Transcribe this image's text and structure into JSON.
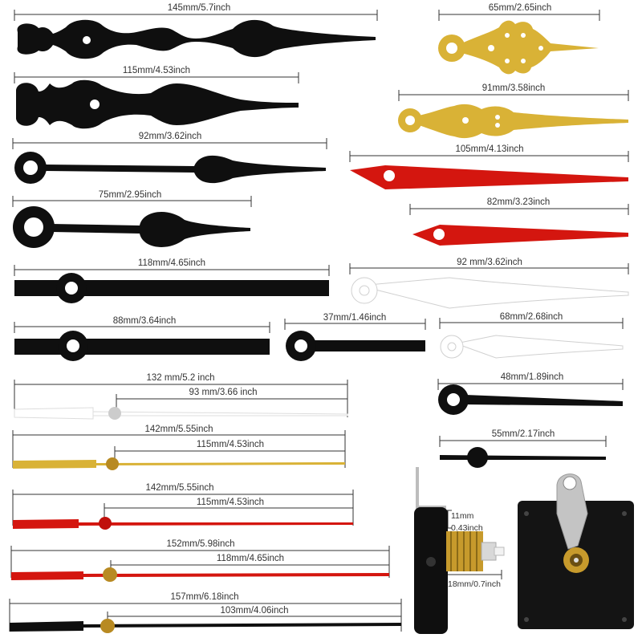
{
  "colors": {
    "black": "#0f0f0f",
    "red": "#d4160f",
    "gold": "#d9b236",
    "white": "#ffffff",
    "silver": "#c9c9c9"
  },
  "labels": {
    "h1": "145mm/5.7inch",
    "h2": "115mm/4.53inch",
    "h3": "92mm/3.62inch",
    "h4": "75mm/2.95inch",
    "h5": "118mm/4.65inch",
    "h6": "88mm/3.64inch",
    "h7": "37mm/1.46inch",
    "g1": "65mm/2.65inch",
    "g2": "91mm/3.58inch",
    "r1": "105mm/4.13inch",
    "r2": "82mm/3.23inch",
    "w1": "92 mm/3.62inch",
    "w2": "68mm/2.68inch",
    "b48": "48mm/1.89inch",
    "b55": "55mm/2.17inch",
    "s1a": "132 mm/5.2 inch",
    "s1b": "93 mm/3.66 inch",
    "s2a": "142mm/5.55inch",
    "s2b": "115mm/4.53inch",
    "s3a": "142mm/5.55inch",
    "s3b": "115mm/4.53inch",
    "s4a": "152mm/5.98inch",
    "s4b": "118mm/4.65inch",
    "s5a": "157mm/6.18inch",
    "s5b": "103mm/4.06inch",
    "m11": "11mm",
    "m043": "0.43inch",
    "m18": "18mm/0.7inch"
  }
}
